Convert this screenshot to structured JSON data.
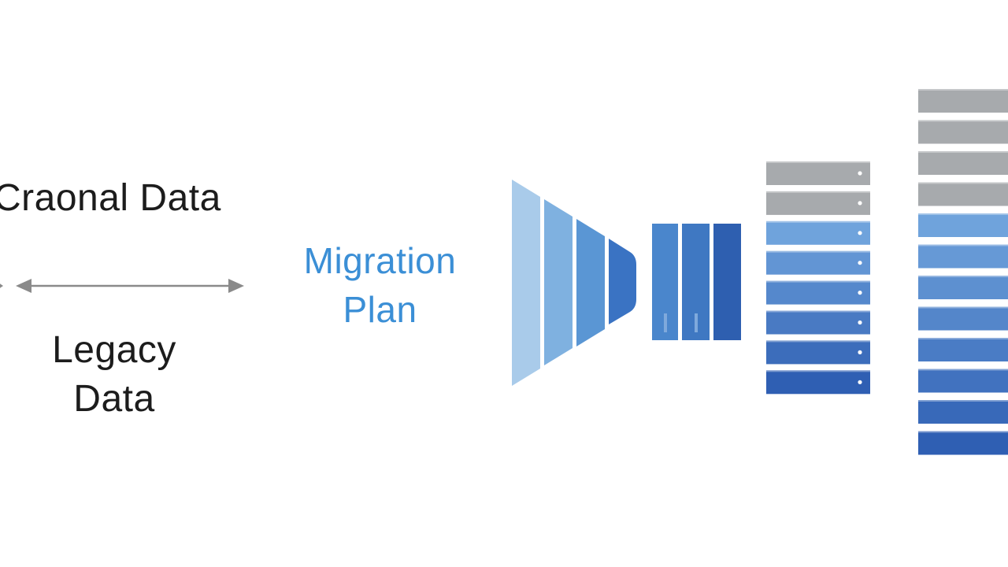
{
  "labels": {
    "operational_data": "Craonal Data",
    "legacy_data_line1": "Legacy",
    "legacy_data_line2": "Data",
    "migration_plan_line1": "Migration",
    "migration_plan_line2": "Plan"
  },
  "colors": {
    "arrow": "#8a8a8a",
    "text": "#1c1c1c",
    "migration_text": "#3b8fd6",
    "funnel": [
      "#a9cbea",
      "#7fb1e0",
      "#5a96d4",
      "#3a73c3"
    ],
    "block": "#4a86cc",
    "block_dark": "#2e5fb0",
    "rack_gray": "#a7aaad",
    "rack_blue_light": "#6fa3dc",
    "rack_blue_dark": "#2f5fb3"
  },
  "icons": {
    "double_arrow": "double-arrow-icon",
    "funnel": "funnel-icon",
    "blocks": "data-blocks-icon",
    "server_rack": "server-rack-icon",
    "large_server_rack": "large-server-rack-icon"
  },
  "diagram": {
    "rack_small_units": 8,
    "rack_small_gray_units": 2,
    "rack_large_units": 12,
    "rack_large_gray_units": 4
  }
}
